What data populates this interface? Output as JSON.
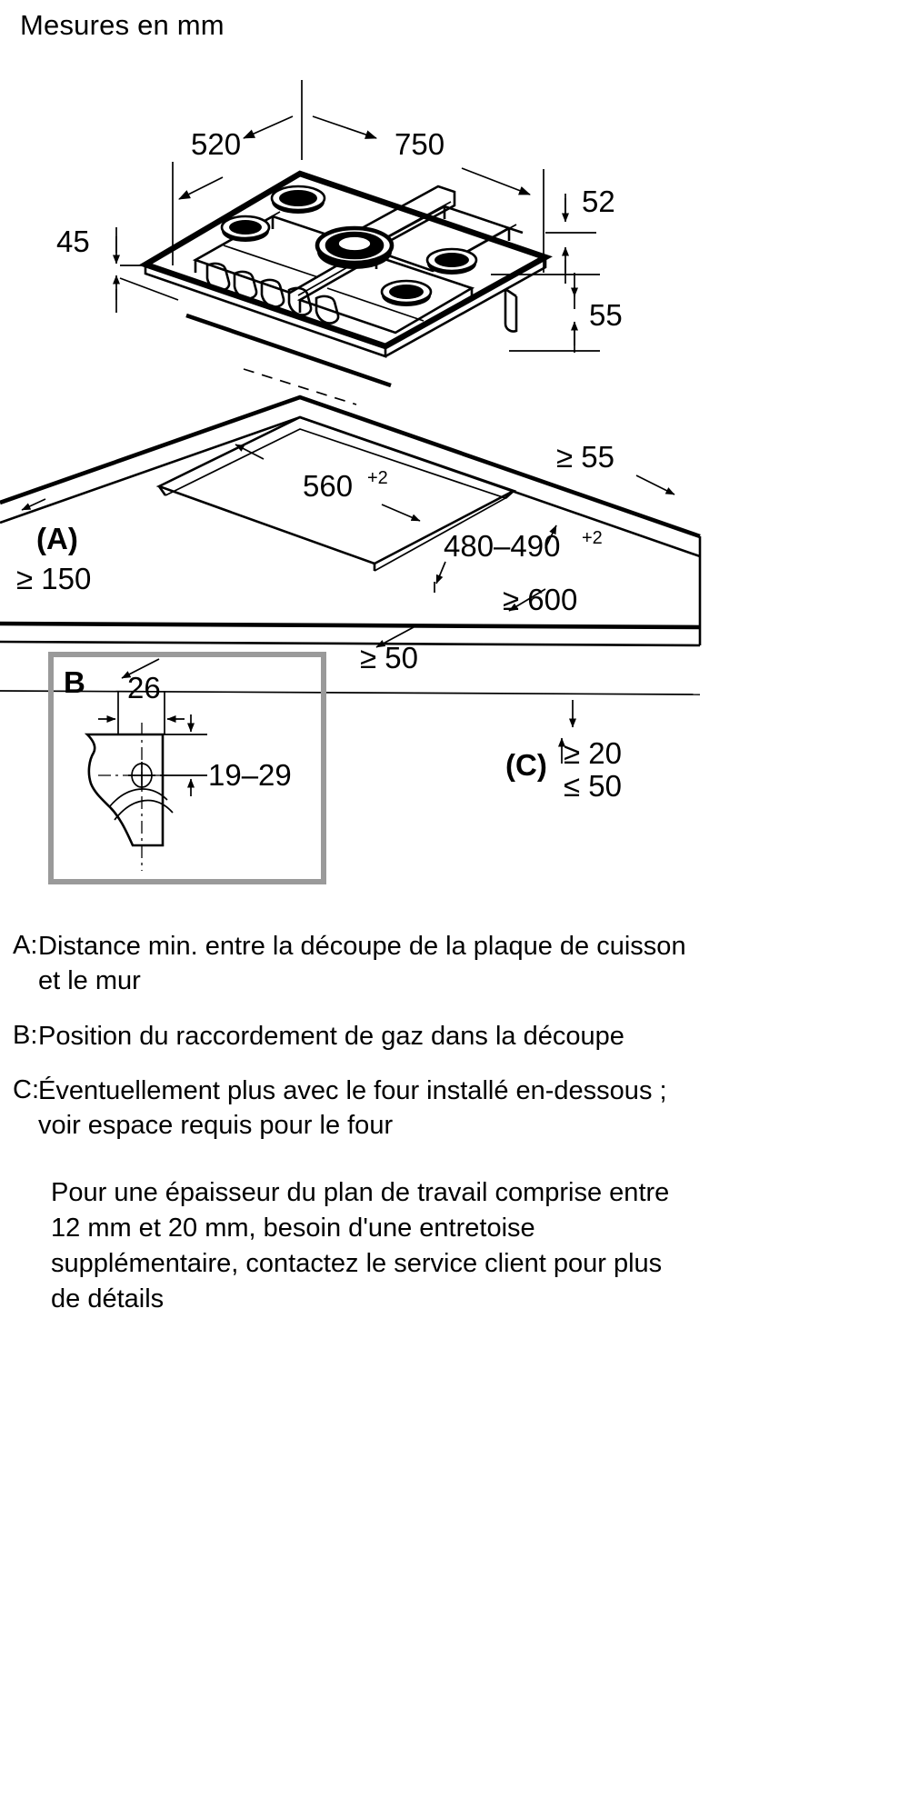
{
  "title": "Mesures en mm",
  "dimensions": {
    "width_top_left": "520",
    "width_top_right": "750",
    "left_height": "45",
    "right_upper": "52",
    "right_lower": "55",
    "cutout_width": "560",
    "cutout_width_tol": "+2",
    "cutout_depth": "480–490",
    "cutout_depth_tol": "+2",
    "clearance_rear": "≥ 55",
    "clearance_cabinet": "≥ 600",
    "clearance_front": "≥ 50",
    "label_a": "(A)",
    "value_a": "≥ 150",
    "label_c": "(C)",
    "value_c_min": "≥ 20",
    "value_c_max": "≤ 50"
  },
  "detail_b": {
    "label": "B",
    "width": "26",
    "height_range": "19–29"
  },
  "legend": [
    {
      "key": "A:",
      "text": "Distance min. entre la découpe de la plaque de cuisson et le mur"
    },
    {
      "key": "B:",
      "text": "Position du raccordement de gaz dans la découpe"
    },
    {
      "key": "C:",
      "text": "Éventuellement plus avec le four installé en-dessous ; voir espace requis pour le four"
    }
  ],
  "note": "Pour une épaisseur du plan de travail comprise entre 12 mm et 20 mm, besoin d'une entretoise supplémentaire, contactez le service client pour plus de détails",
  "colors": {
    "line": "#000000",
    "detail_box_border": "#9a9a9a",
    "background": "#ffffff"
  }
}
